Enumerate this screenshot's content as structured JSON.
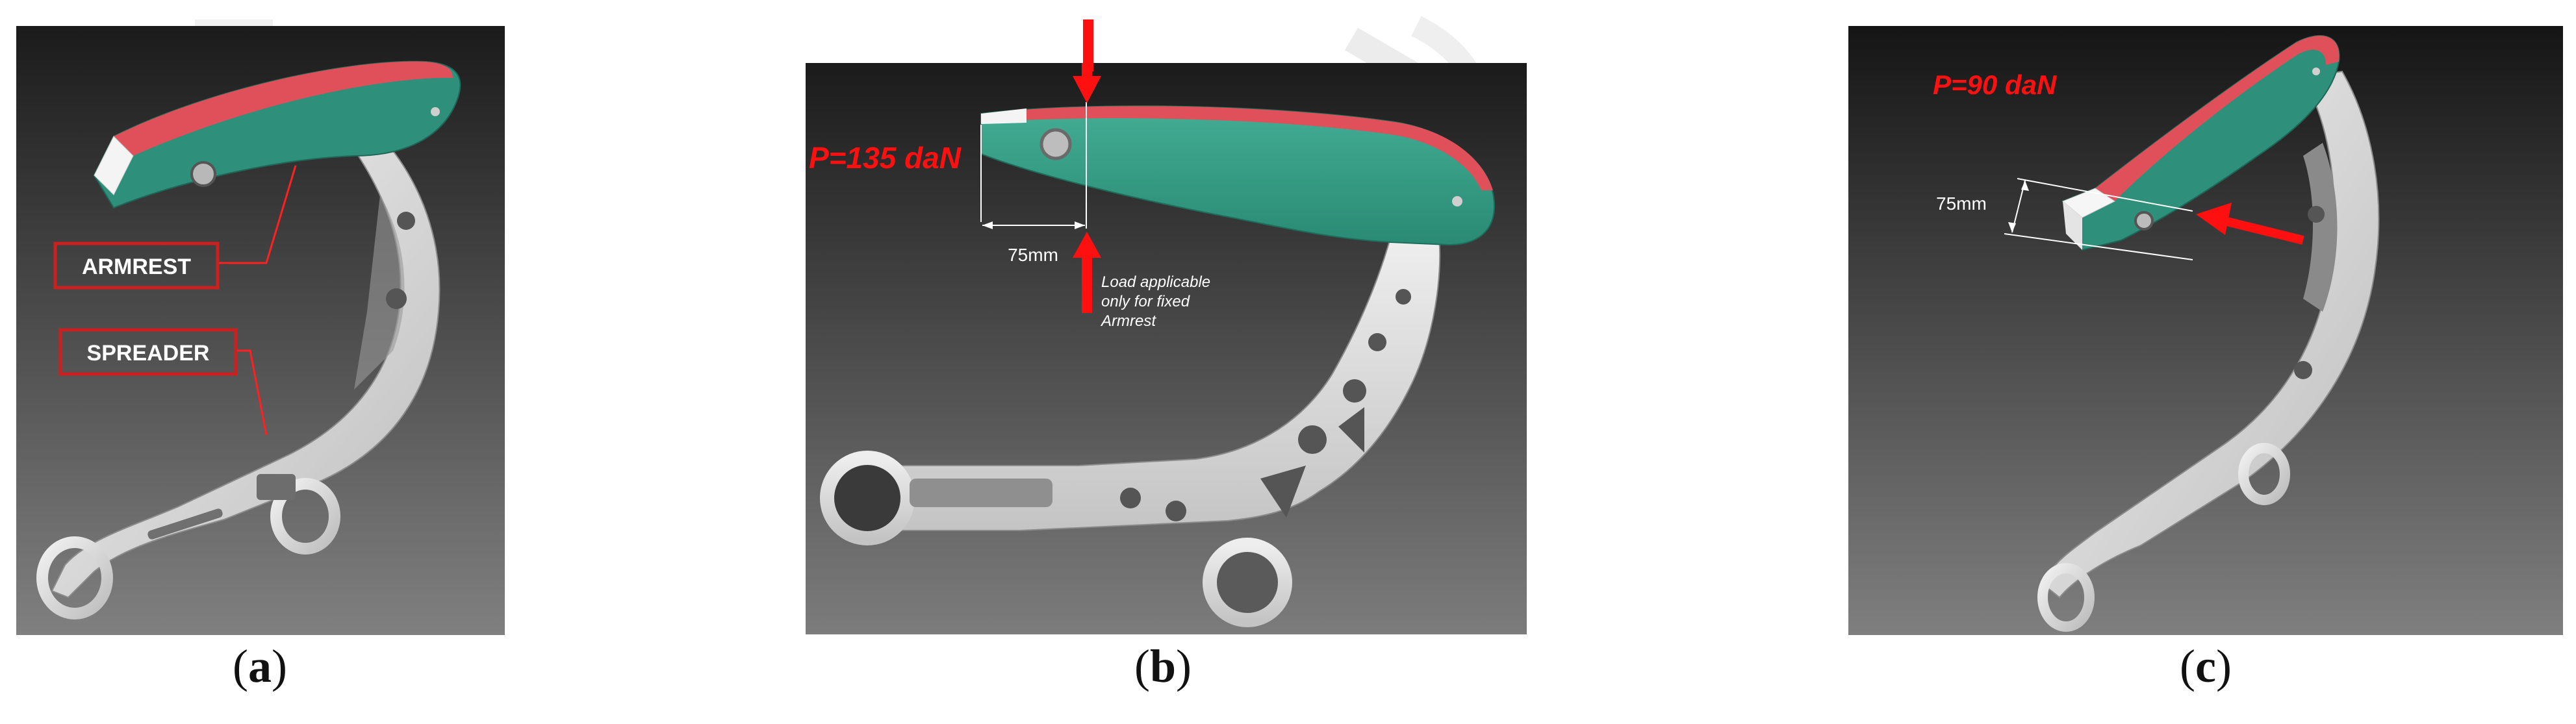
{
  "figure": {
    "panels": [
      {
        "id": "a",
        "caption_letter": "a",
        "labels": {
          "armrest": "ARMREST",
          "spreader": "SPREADER"
        }
      },
      {
        "id": "b",
        "caption_letter": "b",
        "load": "P=135 daN",
        "dimension": "75mm",
        "note_line1": "Load applicable",
        "note_line2": "only for fixed",
        "note_line3": "Armrest"
      },
      {
        "id": "c",
        "caption_letter": "c",
        "load": "P=90 daN",
        "dimension": "75mm"
      }
    ],
    "colors": {
      "grip_red": "#e0505a",
      "body_green": "#2e8f7a",
      "spreader_grey": "#d9d9d9",
      "load_arrow": "#ff1010",
      "label_border": "#cc2020"
    }
  }
}
